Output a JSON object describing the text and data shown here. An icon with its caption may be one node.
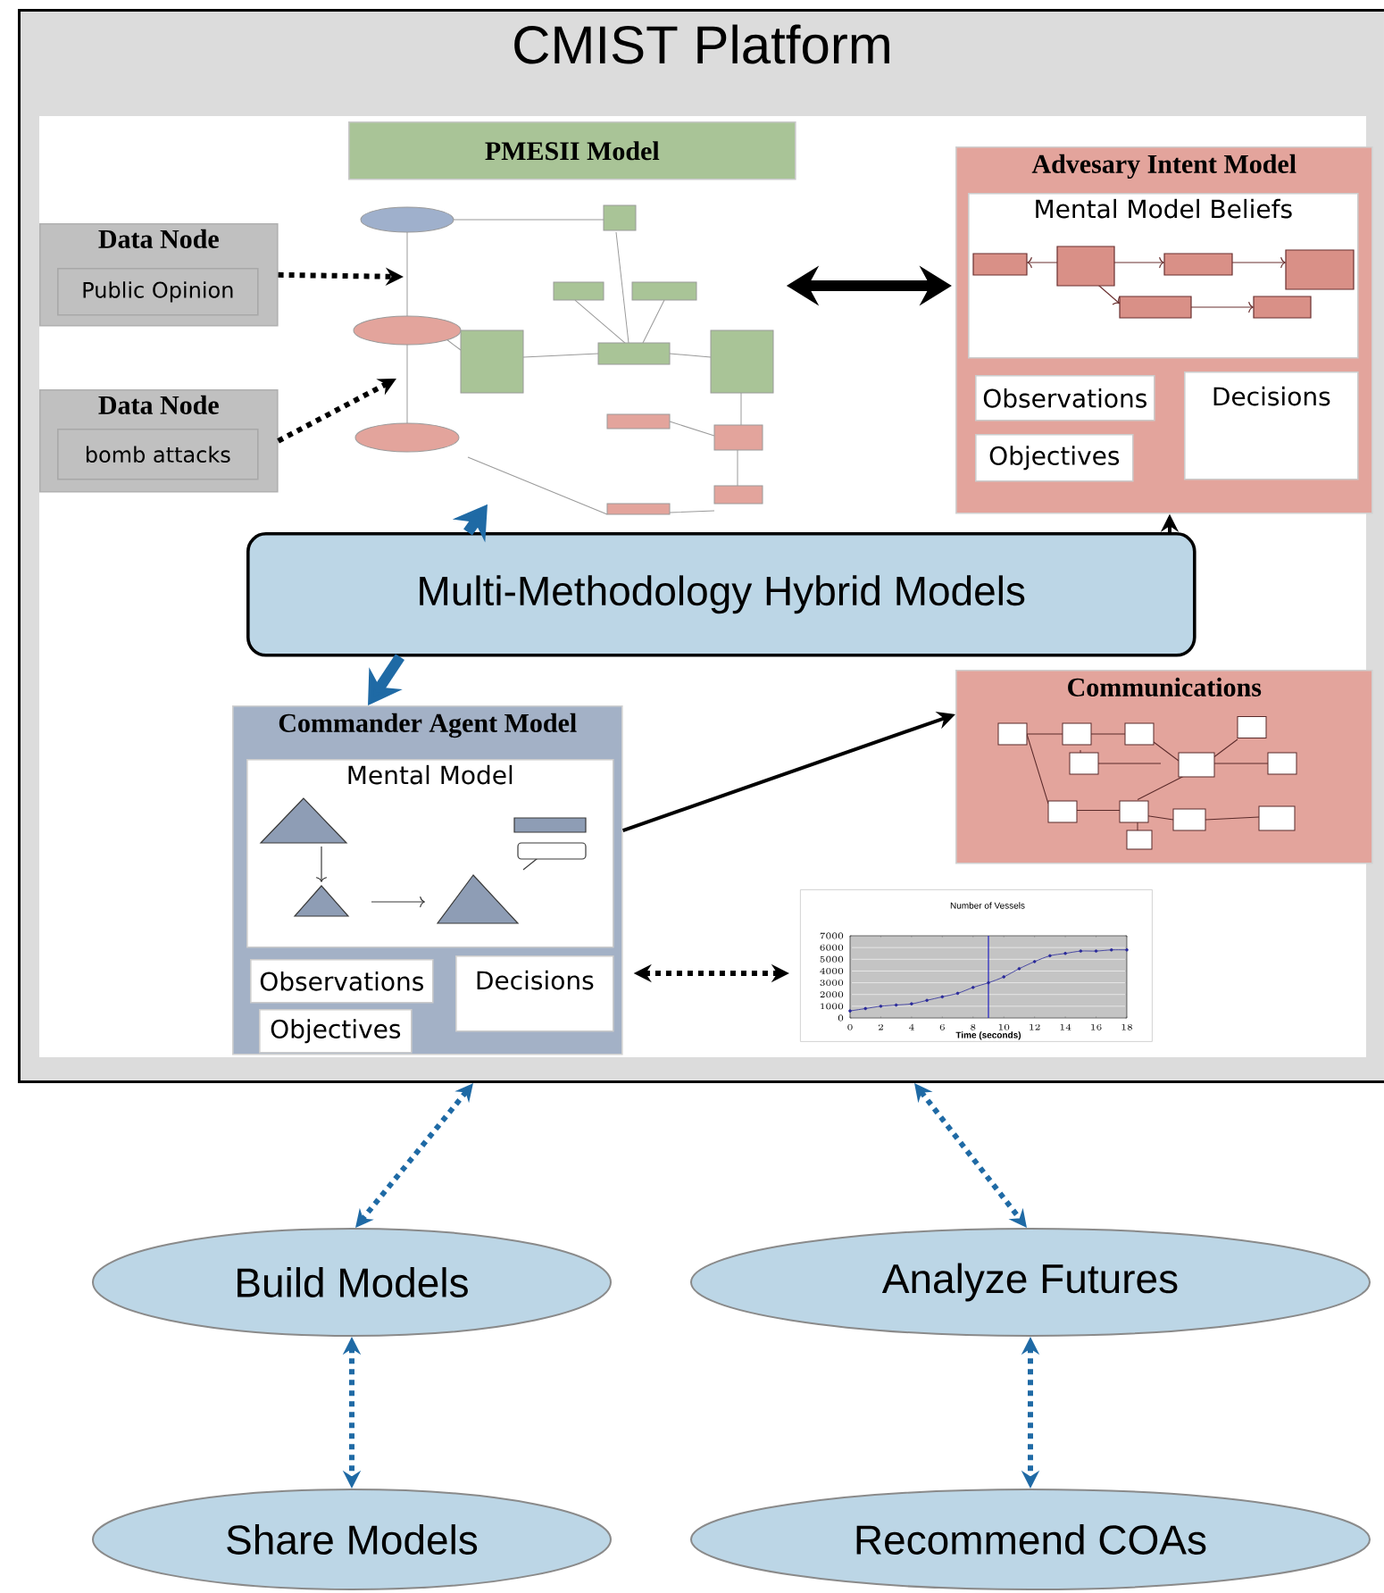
{
  "diagram": {
    "nodes": [
      {
        "text": [
          "CMIST Platform"
        ]
      },
      {
        "text": [
          "PMESII Model"
        ],
        "in": 0
      },
      {
        "text": [],
        "shape": "picture",
        "in": 0
      },
      {
        "text": [
          "Data Node"
        ],
        "in": 0
      },
      {
        "text": [
          "Public Opinion"
        ],
        "in": 3
      },
      {
        "text": [
          "Data Node"
        ],
        "in": 0
      },
      {
        "text": [
          "bomb attacks"
        ],
        "in": 5
      },
      {
        "text": [
          "Advesary Intent Model"
        ],
        "in": 0
      },
      {
        "text": [
          "Mental Model Beliefs"
        ],
        "in": 7
      },
      {
        "text": [
          "Observations"
        ],
        "in": 7
      },
      {
        "text": [
          "Objectives"
        ],
        "in": 7
      },
      {
        "text": [
          "Decisions"
        ],
        "in": 7
      },
      {
        "text": [
          "Multi-Methodology Hybrid Models"
        ],
        "in": 0
      },
      {
        "text": [
          "Communications"
        ],
        "in": 0
      },
      {
        "text": [
          "Commander Agent Model"
        ],
        "in": 0
      },
      {
        "text": [
          "Mental Model"
        ],
        "in": 14
      },
      {
        "text": [
          "Observations"
        ],
        "in": 14
      },
      {
        "text": [
          "Objectives"
        ],
        "in": 14
      },
      {
        "text": [
          "Decisions"
        ],
        "in": 14
      },
      {
        "text": [],
        "shape": "picture",
        "in": 0
      },
      {
        "text": [
          "Build Models"
        ]
      },
      {
        "text": [
          "Analyze Futures"
        ]
      },
      {
        "text": [
          "Share Models"
        ]
      },
      {
        "text": [
          "Recommend COAs"
        ]
      }
    ],
    "edges": [
      {
        "from": 3,
        "to": 2,
        "arrow": "to",
        "style": "dashed"
      },
      {
        "from": 5,
        "to": 2,
        "arrow": "to",
        "style": "dashed"
      },
      {
        "from": 2,
        "to": 7,
        "arrow": "both",
        "style": "thick"
      },
      {
        "from": 12,
        "to": 2,
        "arrow": "to",
        "style": "thick",
        "color": "#1f6aa5"
      },
      {
        "from": 12,
        "to": 14,
        "arrow": "to",
        "style": "thick",
        "color": "#1f6aa5"
      },
      {
        "from": 12,
        "to": 7,
        "arrow": "to"
      },
      {
        "from": 14,
        "to": 13,
        "arrow": "to"
      },
      {
        "from": 14,
        "to": 19,
        "arrow": "both",
        "style": "dashed"
      },
      {
        "from": 0,
        "to": 20,
        "arrow": "both",
        "style": "dashed",
        "color": "#1f6aa5"
      },
      {
        "from": 0,
        "to": 21,
        "arrow": "both",
        "style": "dashed",
        "color": "#1f6aa5"
      },
      {
        "from": 20,
        "to": 22,
        "arrow": "both",
        "style": "dashed",
        "color": "#1f6aa5"
      },
      {
        "from": 21,
        "to": 23,
        "arrow": "both",
        "style": "dashed",
        "color": "#1f6aa5"
      }
    ],
    "chart_data": {
      "type": "line",
      "title": "Number of Vessels",
      "xlabel": "Time (seconds)",
      "x": [
        0,
        1,
        2,
        3,
        4,
        5,
        6,
        7,
        8,
        9,
        10,
        11,
        12,
        13,
        14,
        15,
        16,
        17,
        18
      ],
      "series": [
        {
          "color": "#2a2a9a",
          "marker": "circle",
          "values": [
            600,
            800,
            1000,
            1100,
            1200,
            1500,
            1800,
            2100,
            2600,
            3000,
            3500,
            4200,
            4800,
            5300,
            5500,
            5700,
            5700,
            5800,
            5800
          ]
        }
      ],
      "xlim": [
        0,
        18
      ],
      "ylim": [
        0,
        7000
      ],
      "xticks": [
        0,
        2,
        4,
        6,
        8,
        10,
        12,
        14,
        16,
        18
      ],
      "yticks": [
        0,
        1000,
        2000,
        3000,
        4000,
        5000,
        6000,
        7000
      ],
      "grid": true,
      "ref_lines": [
        {
          "axis": "x",
          "value": 9,
          "color": "#2020c0"
        }
      ]
    }
  }
}
